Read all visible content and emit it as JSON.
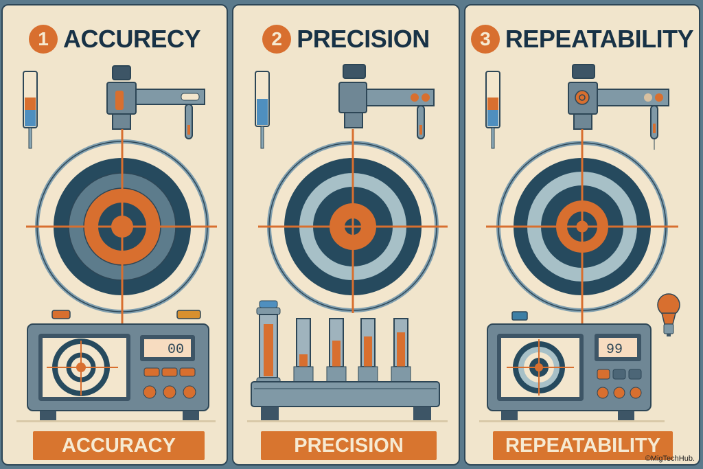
{
  "panels": [
    {
      "number": "1",
      "title": "ACCURECY",
      "label": "ACCURACY",
      "display_value": "00",
      "target_style": "accuracy"
    },
    {
      "number": "2",
      "title": "PRECISION",
      "label": "PRECISION",
      "target_style": "precision",
      "tube_fill_levels": [
        0.82,
        0.25,
        0.55,
        0.65,
        0.75
      ]
    },
    {
      "number": "3",
      "title": "REPEATABILITY",
      "label": "REPEATABILITY",
      "display_value": "99",
      "target_style": "repeatability"
    }
  ],
  "credit": "©MigTechHub.",
  "colors": {
    "background": "#5b7a8c",
    "panel": "#f1e5cc",
    "navy": "#183246",
    "target_dark": "#264a5e",
    "target_mid": "#5d7c8c",
    "target_light": "#a7c0c7",
    "orange": "#d86f2f",
    "cream_text": "#f6ead2"
  }
}
